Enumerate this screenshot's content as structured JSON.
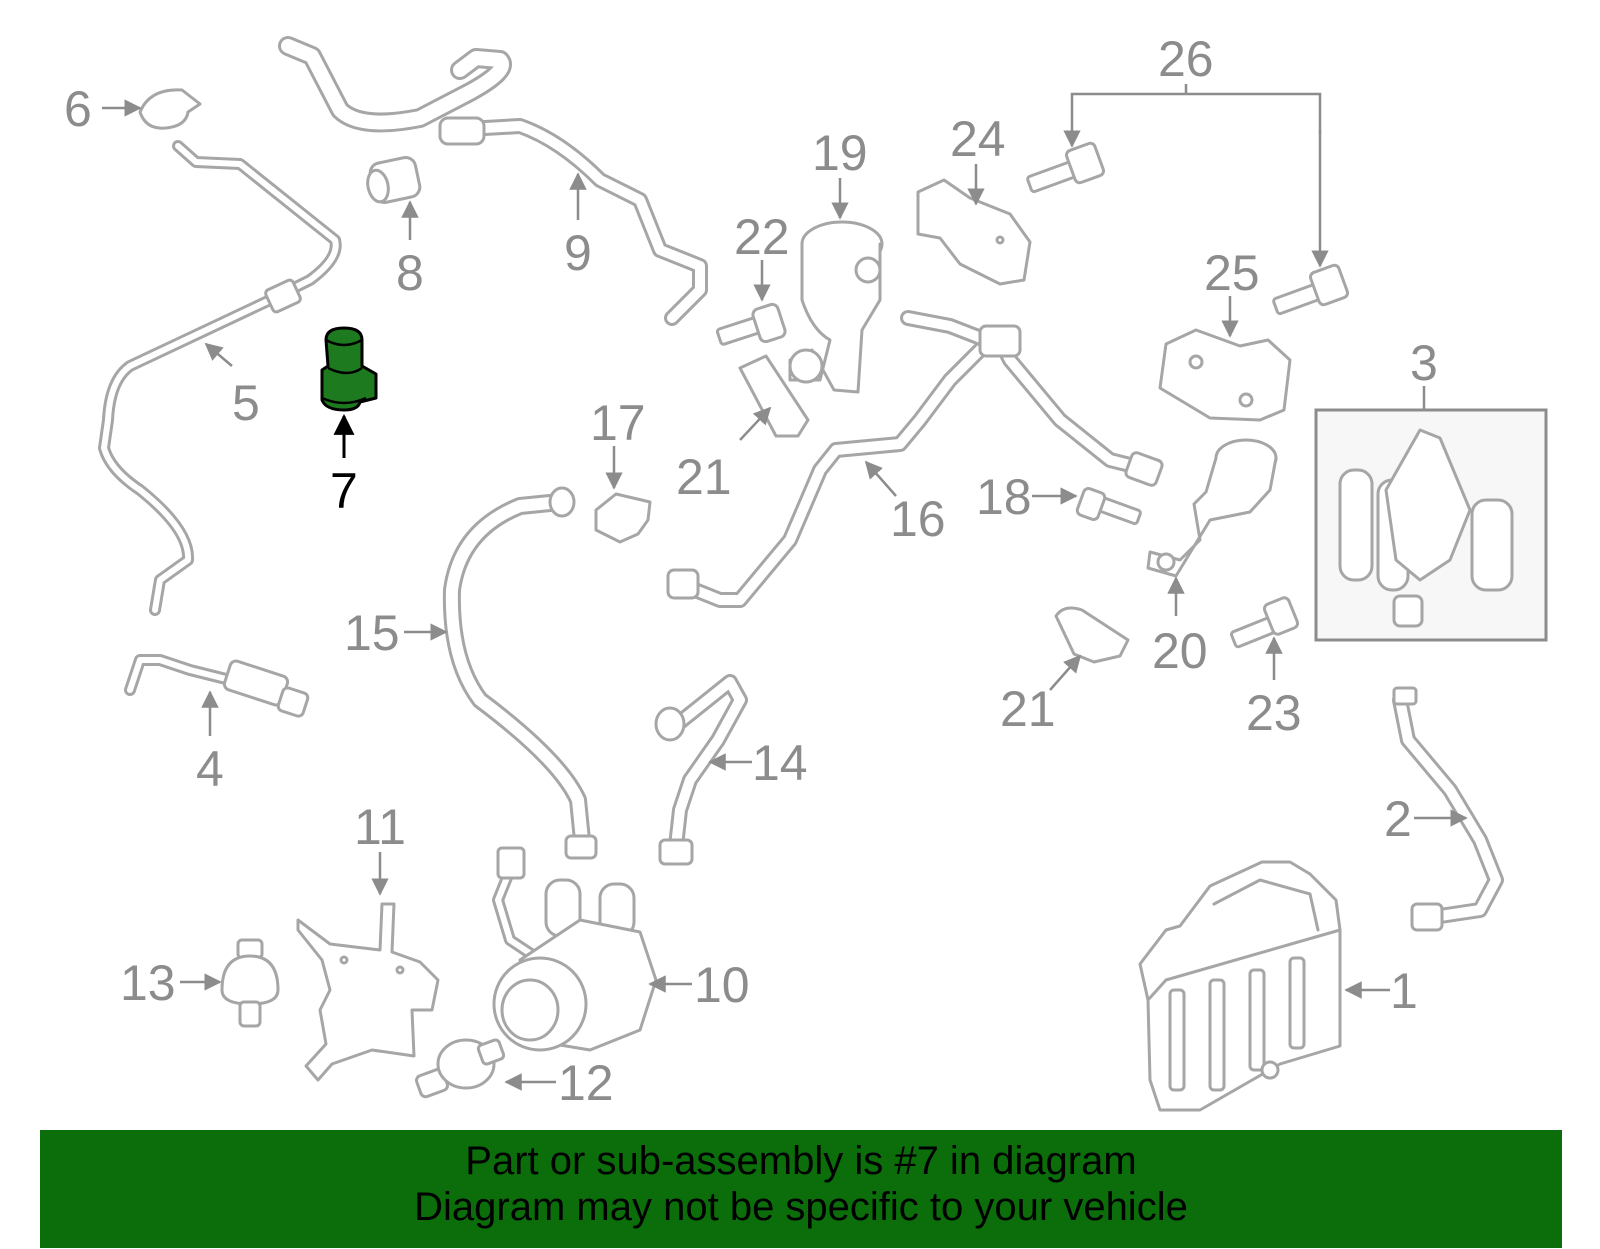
{
  "callouts": {
    "n1": "1",
    "n2": "2",
    "n3": "3",
    "n4": "4",
    "n5": "5",
    "n6": "6",
    "n7": "7",
    "n8": "8",
    "n9": "9",
    "n10": "10",
    "n11": "11",
    "n12": "12",
    "n13": "13",
    "n14": "14",
    "n15": "15",
    "n16": "16",
    "n17": "17",
    "n18": "18",
    "n19": "19",
    "n20": "20",
    "n21a": "21",
    "n21b": "21",
    "n22": "22",
    "n23": "23",
    "n24": "24",
    "n25": "25",
    "n26": "26"
  },
  "highlighted_part": "7",
  "colors": {
    "highlight": "#1e7a1e",
    "footer_bg": "#0b6e0b",
    "line_art": "#a6a6a6"
  },
  "footer": {
    "line1": "Part or sub-assembly is #7 in diagram",
    "line2": "Diagram may not be specific to your vehicle"
  }
}
